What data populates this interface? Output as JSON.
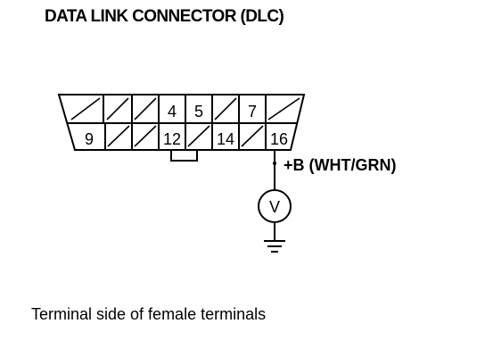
{
  "title": "DATA LINK CONNECTOR (DLC)",
  "caption": "Terminal side of female terminals",
  "pins": {
    "top": [
      "4",
      "5",
      "7"
    ],
    "bottom": [
      "9",
      "12",
      "14",
      "16"
    ]
  },
  "voltage_label": "+B (WHT/GRN)",
  "meter_symbol": "V"
}
